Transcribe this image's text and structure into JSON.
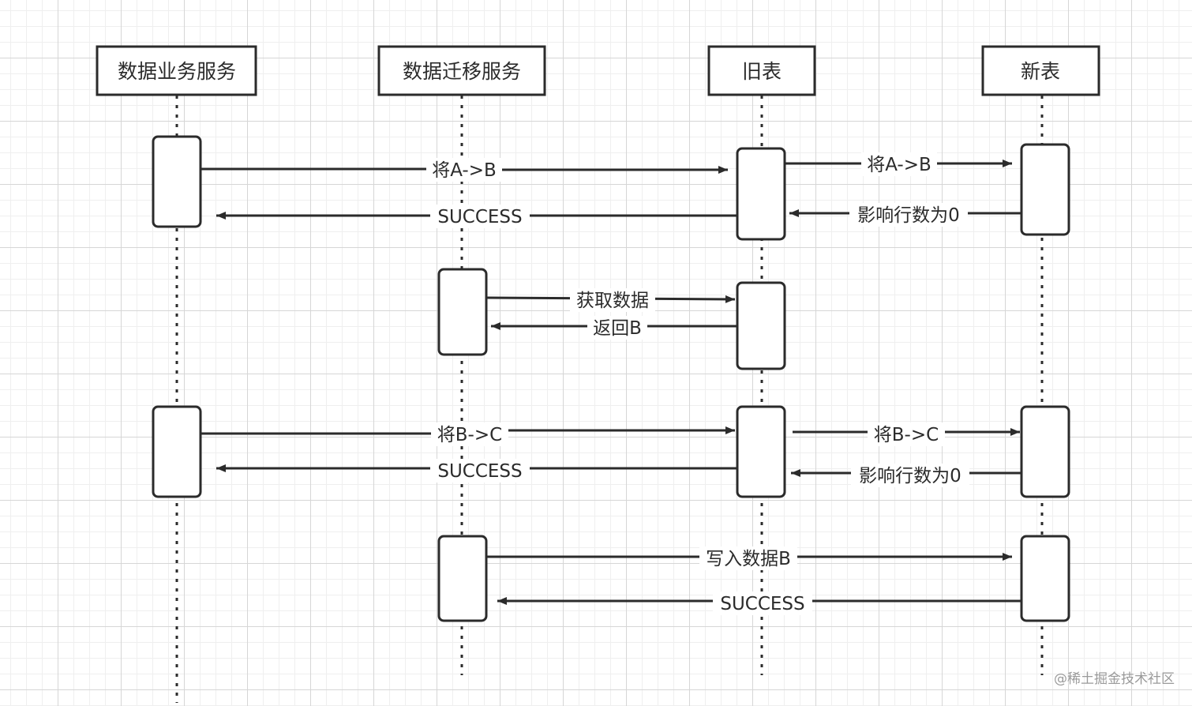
{
  "participants": [
    {
      "id": "p0",
      "label": "数据业务服务"
    },
    {
      "id": "p1",
      "label": "数据迁移服务"
    },
    {
      "id": "p2",
      "label": "旧表"
    },
    {
      "id": "p3",
      "label": "新表"
    }
  ],
  "messages": [
    {
      "from": "数据业务服务",
      "to": "旧表",
      "label": "将A->B"
    },
    {
      "from": "旧表",
      "to": "新表",
      "label": "将A->B"
    },
    {
      "from": "新表",
      "to": "旧表",
      "label": "影响行数为0"
    },
    {
      "from": "旧表",
      "to": "数据业务服务",
      "label": "SUCCESS"
    },
    {
      "from": "数据迁移服务",
      "to": "旧表",
      "label": "获取数据"
    },
    {
      "from": "旧表",
      "to": "数据迁移服务",
      "label": "返回B"
    },
    {
      "from": "数据业务服务",
      "to": "旧表",
      "label": "将B->C"
    },
    {
      "from": "旧表",
      "to": "新表",
      "label": "将B->C"
    },
    {
      "from": "新表",
      "to": "旧表",
      "label": "影响行数为0"
    },
    {
      "from": "旧表",
      "to": "数据业务服务",
      "label": "SUCCESS"
    },
    {
      "from": "数据迁移服务",
      "to": "新表",
      "label": "写入数据B"
    },
    {
      "from": "新表",
      "to": "数据迁移服务",
      "label": "SUCCESS"
    }
  ],
  "watermark": "@稀土掘金技术社区",
  "colors": {
    "line": "#2b2b2b",
    "background": "#ffffff",
    "grid": "#d6d6d6"
  }
}
